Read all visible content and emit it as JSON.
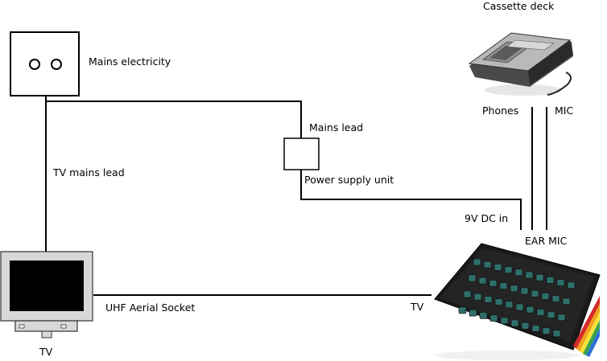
{
  "labels": {
    "mains_electricity": "Mains electricity",
    "tv_mains_lead": "TV mains lead",
    "mains_lead": "Mains lead",
    "power_supply_unit": "Power supply unit",
    "nine_v_dc_in": "9V DC in",
    "ear_mic": "EAR MIC",
    "phones": "Phones",
    "mic": "MIC",
    "cassette_deck": "Cassette deck",
    "uhf_aerial_socket": "UHF Aerial Socket",
    "tv_port": "TV",
    "tv": "TV"
  },
  "colors": {
    "line": "#000000",
    "tv_body": "#d8d8d8",
    "tv_screen": "#000000",
    "computer_body": "#1a1a1a",
    "computer_keys": "#2f6f6a",
    "rainbow": [
      "#d32a2a",
      "#f0a21a",
      "#f6e23a",
      "#3aa14a",
      "#2a6fd3"
    ]
  },
  "icons": {
    "socket": "mains-socket-icon",
    "psu": "power-supply-box",
    "tv": "tv-icon",
    "cassette": "cassette-deck-image",
    "computer": "zx-spectrum-image"
  }
}
